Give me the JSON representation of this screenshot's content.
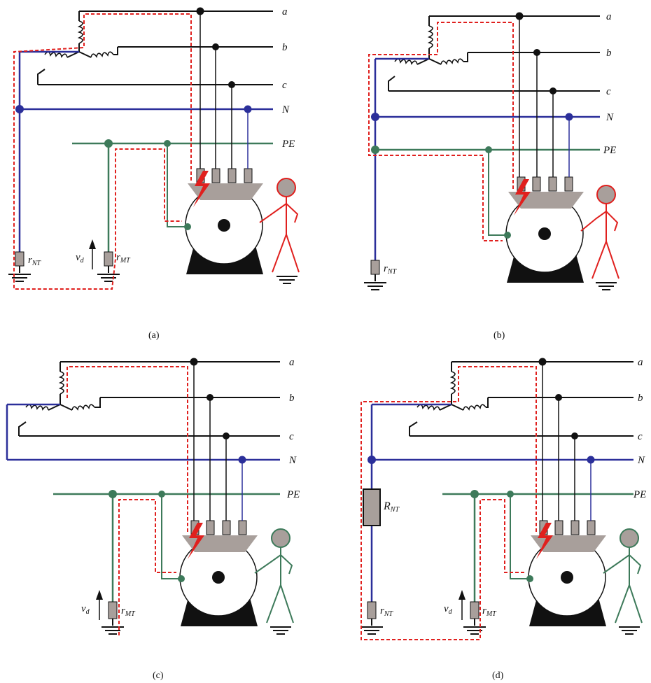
{
  "panels": [
    {
      "caption": "(a)",
      "phases": [
        "a",
        "b",
        "c",
        "N",
        "PE"
      ],
      "left_resistor": "r",
      "left_resistor_sub": "NT",
      "right_resistor": "r",
      "right_resistor_sub": "MT",
      "voltage": "v",
      "voltage_sub": "d"
    },
    {
      "caption": "(b)",
      "phases": [
        "a",
        "b",
        "c",
        "N",
        "PE"
      ],
      "left_resistor": "r",
      "left_resistor_sub": "NT"
    },
    {
      "caption": "(c)",
      "phases": [
        "a",
        "b",
        "c",
        "N",
        "PE"
      ],
      "right_resistor": "r",
      "right_resistor_sub": "MT",
      "voltage": "v",
      "voltage_sub": "d"
    },
    {
      "caption": "(d)",
      "phases": [
        "a",
        "b",
        "c",
        "N",
        "PE"
      ],
      "big_resistor": "R",
      "big_resistor_sub": "NT",
      "left_resistor": "r",
      "left_resistor_sub": "NT",
      "right_resistor": "r",
      "right_resistor_sub": "MT",
      "voltage": "v",
      "voltage_sub": "d"
    }
  ],
  "colors": {
    "phase": "#111111",
    "neutral": "#2b2f9a",
    "pe": "#3d7a5a",
    "fault_path": "#e0201e",
    "person_a_b": "#e0201e",
    "person_c_d": "#3d7a5a",
    "terminal": "#a89f9b",
    "motor_base": "#111111"
  }
}
